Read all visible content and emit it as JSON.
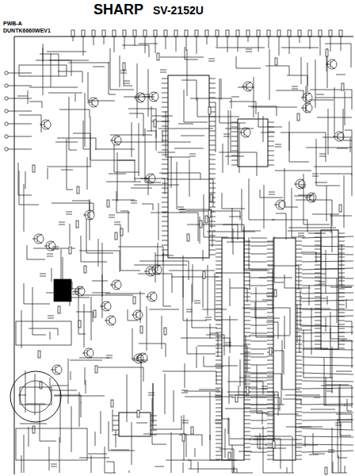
{
  "diagram": {
    "labels": [
      "SHARP",
      "SV-2152U",
      "PWB-A",
      "DUNTK6660WEV1"
    ]
  }
}
